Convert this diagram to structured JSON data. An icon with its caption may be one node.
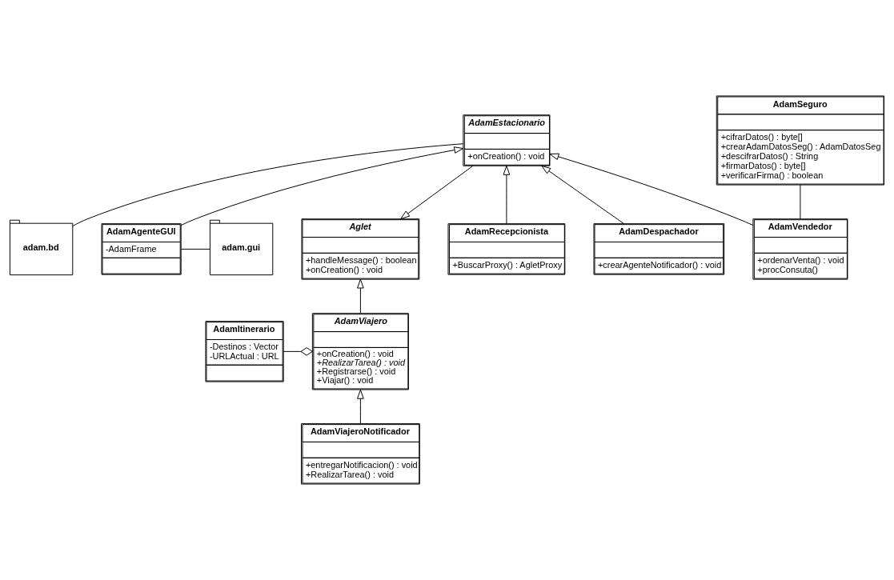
{
  "diagram": {
    "nodes": [
      {
        "text": [
          "adam.bd"
        ]
      },
      {
        "text": [
          "AdamAgenteGUI",
          "-AdamFrame"
        ]
      },
      {
        "text": [
          "adam.gui"
        ]
      },
      {
        "text": [
          "Aglet",
          "+handleMessage() : boolean",
          "+onCreation() : void"
        ]
      },
      {
        "text": [
          "AdamItinerario",
          "-Destinos : Vector",
          "-URLActual : URL"
        ]
      },
      {
        "text": [
          "AdamViajero",
          "+onCreation() : void",
          "+RealizarTarea() : void",
          "+Registrarse() : void",
          "+Viajar() : void"
        ]
      },
      {
        "text": [
          "AdamEstacionario",
          "+onCreation() : void"
        ]
      },
      {
        "text": [
          "AdamRecepcionista",
          "+BuscarProxy() : AgletProxy"
        ]
      },
      {
        "text": [
          "AdamDespachador",
          "+crearAgenteNotificador() : void"
        ]
      },
      {
        "text": [
          "AdamVendedor",
          "+ordenarVenta() : void",
          "+procConsuta()"
        ]
      },
      {
        "text": [
          "AdamViajeroNotificador",
          "+entregarNotificacion() : void",
          "+RealizarTarea() : void"
        ]
      },
      {
        "text": [
          "AdamSeguro",
          "+cifrarDatos() : byte[]",
          "+crearAdamDatosSeg() : AdamDatosSeg",
          "+descifrarDatos() : String",
          "+firmarDatos() : byte[]",
          "+verificarFirma() : boolean"
        ]
      }
    ],
    "edges": [
      {
        "from": 0,
        "to": 6,
        "arrow": "none"
      },
      {
        "from": 1,
        "to": 2,
        "arrow": "none"
      },
      {
        "from": 1,
        "to": 6,
        "arrow": "to"
      },
      {
        "from": 5,
        "to": 3,
        "arrow": "to"
      },
      {
        "from": 6,
        "to": 3,
        "arrow": "to"
      },
      {
        "from": 4,
        "to": 5,
        "arrow": "other"
      },
      {
        "from": 7,
        "to": 6,
        "arrow": "to"
      },
      {
        "from": 8,
        "to": 6,
        "arrow": "to"
      },
      {
        "from": 9,
        "to": 6,
        "arrow": "to"
      },
      {
        "from": 10,
        "to": 5,
        "arrow": "to"
      },
      {
        "from": 9,
        "to": 11,
        "arrow": "none"
      }
    ]
  }
}
